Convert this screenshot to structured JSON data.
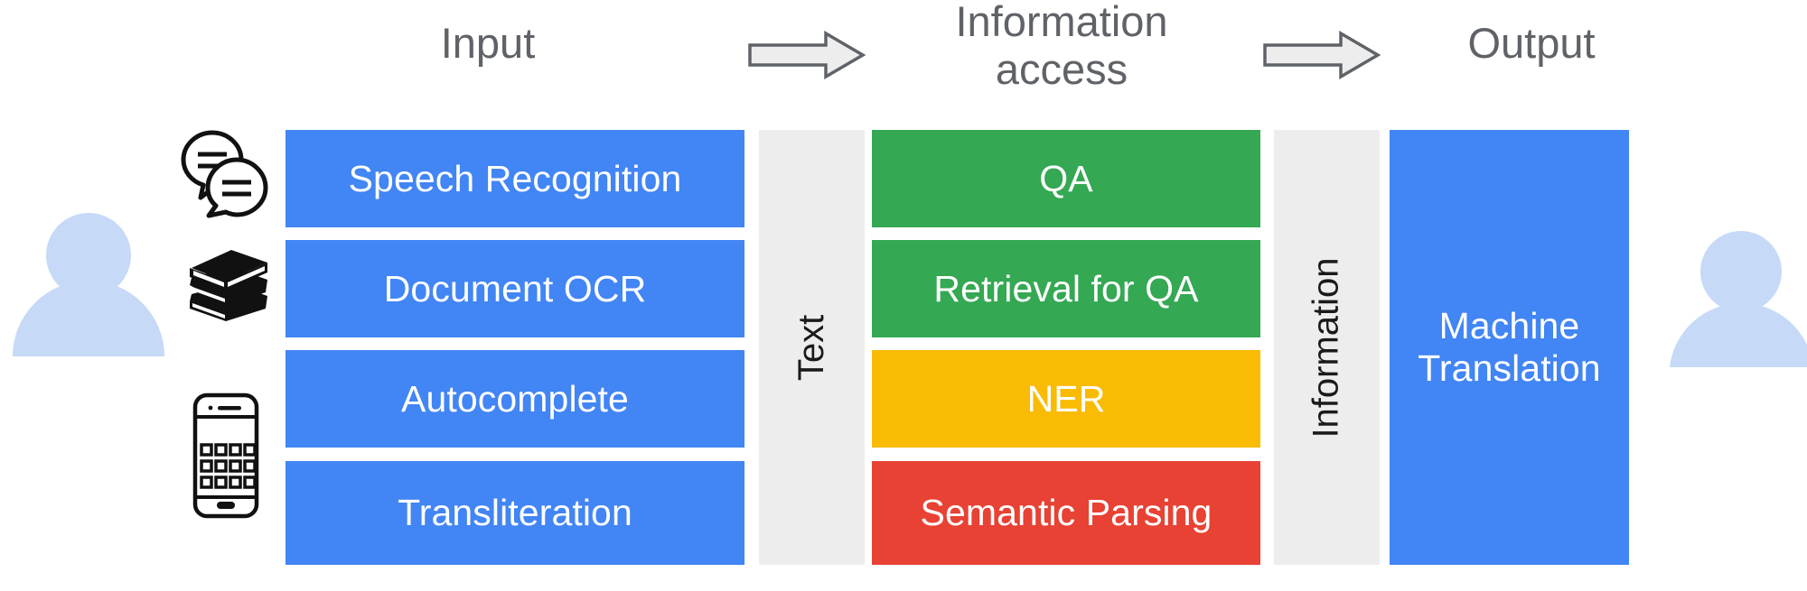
{
  "header": {
    "input_label": "Input",
    "arrow1": "right-block-arrow",
    "middle_label": "Information access",
    "middle_label_line1": "Information",
    "middle_label_line2": "access",
    "arrow2": "right-block-arrow",
    "output_label": "Output"
  },
  "actors": {
    "left": "user-person-icon",
    "right": "user-person-icon",
    "color": "#C6D9F7"
  },
  "input_icons": [
    {
      "name": "speech-bubbles-icon",
      "for": "Speech Recognition"
    },
    {
      "name": "stack-of-books-icon",
      "for": "Document OCR"
    },
    {
      "name": "smartphone-keyboard-icon",
      "for": "Transliteration"
    }
  ],
  "input_column": {
    "color": "#4285F4",
    "items": [
      {
        "label": "Speech Recognition"
      },
      {
        "label": "Document OCR"
      },
      {
        "label": "Autocomplete"
      },
      {
        "label": "Transliteration"
      }
    ]
  },
  "text_channel": {
    "label": "Text",
    "background": "#EDEDED"
  },
  "information_access_column": {
    "items": [
      {
        "label": "QA",
        "color": "#34A853"
      },
      {
        "label": "Retrieval for QA",
        "color": "#34A853"
      },
      {
        "label": "NER",
        "color": "#FABB05"
      },
      {
        "label": "Semantic Parsing",
        "color": "#E74234"
      }
    ]
  },
  "information_channel": {
    "label": "Information",
    "background": "#EDEDED"
  },
  "output_column": {
    "color": "#4285F4",
    "label": "Machine Translation",
    "label_line1": "Machine",
    "label_line2": "Translation"
  }
}
